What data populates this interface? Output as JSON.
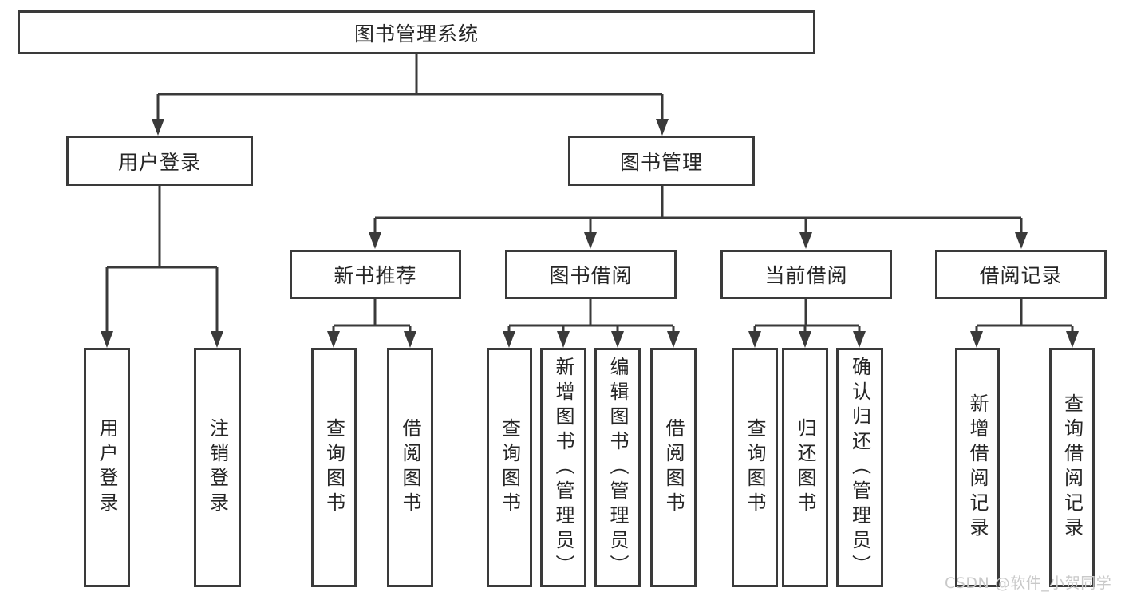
{
  "tree": {
    "label": "图书管理系统",
    "children": [
      {
        "label": "用户登录",
        "children": [
          {
            "label": "用户登录"
          },
          {
            "label": "注销登录"
          }
        ]
      },
      {
        "label": "图书管理",
        "children": [
          {
            "label": "新书推荐",
            "children": [
              {
                "label": "查询图书"
              },
              {
                "label": "借阅图书"
              }
            ]
          },
          {
            "label": "图书借阅",
            "children": [
              {
                "label": "查询图书"
              },
              {
                "label": "新增图书（管理员）"
              },
              {
                "label": "编辑图书（管理员）"
              },
              {
                "label": "借阅图书"
              }
            ]
          },
          {
            "label": "当前借阅",
            "children": [
              {
                "label": "查询图书"
              },
              {
                "label": "归还图书"
              },
              {
                "label": "确认归还（管理员）"
              }
            ]
          },
          {
            "label": "借阅记录",
            "children": [
              {
                "label": "新增借阅记录"
              },
              {
                "label": "查询借阅记录"
              }
            ]
          }
        ]
      }
    ]
  },
  "watermark": {
    "text": "CSDN @软件_小贺同学"
  },
  "colors": {
    "line": "#3a3a3a",
    "text": "#262626",
    "watermark": "#c9c9c9",
    "background": "#ffffff"
  }
}
